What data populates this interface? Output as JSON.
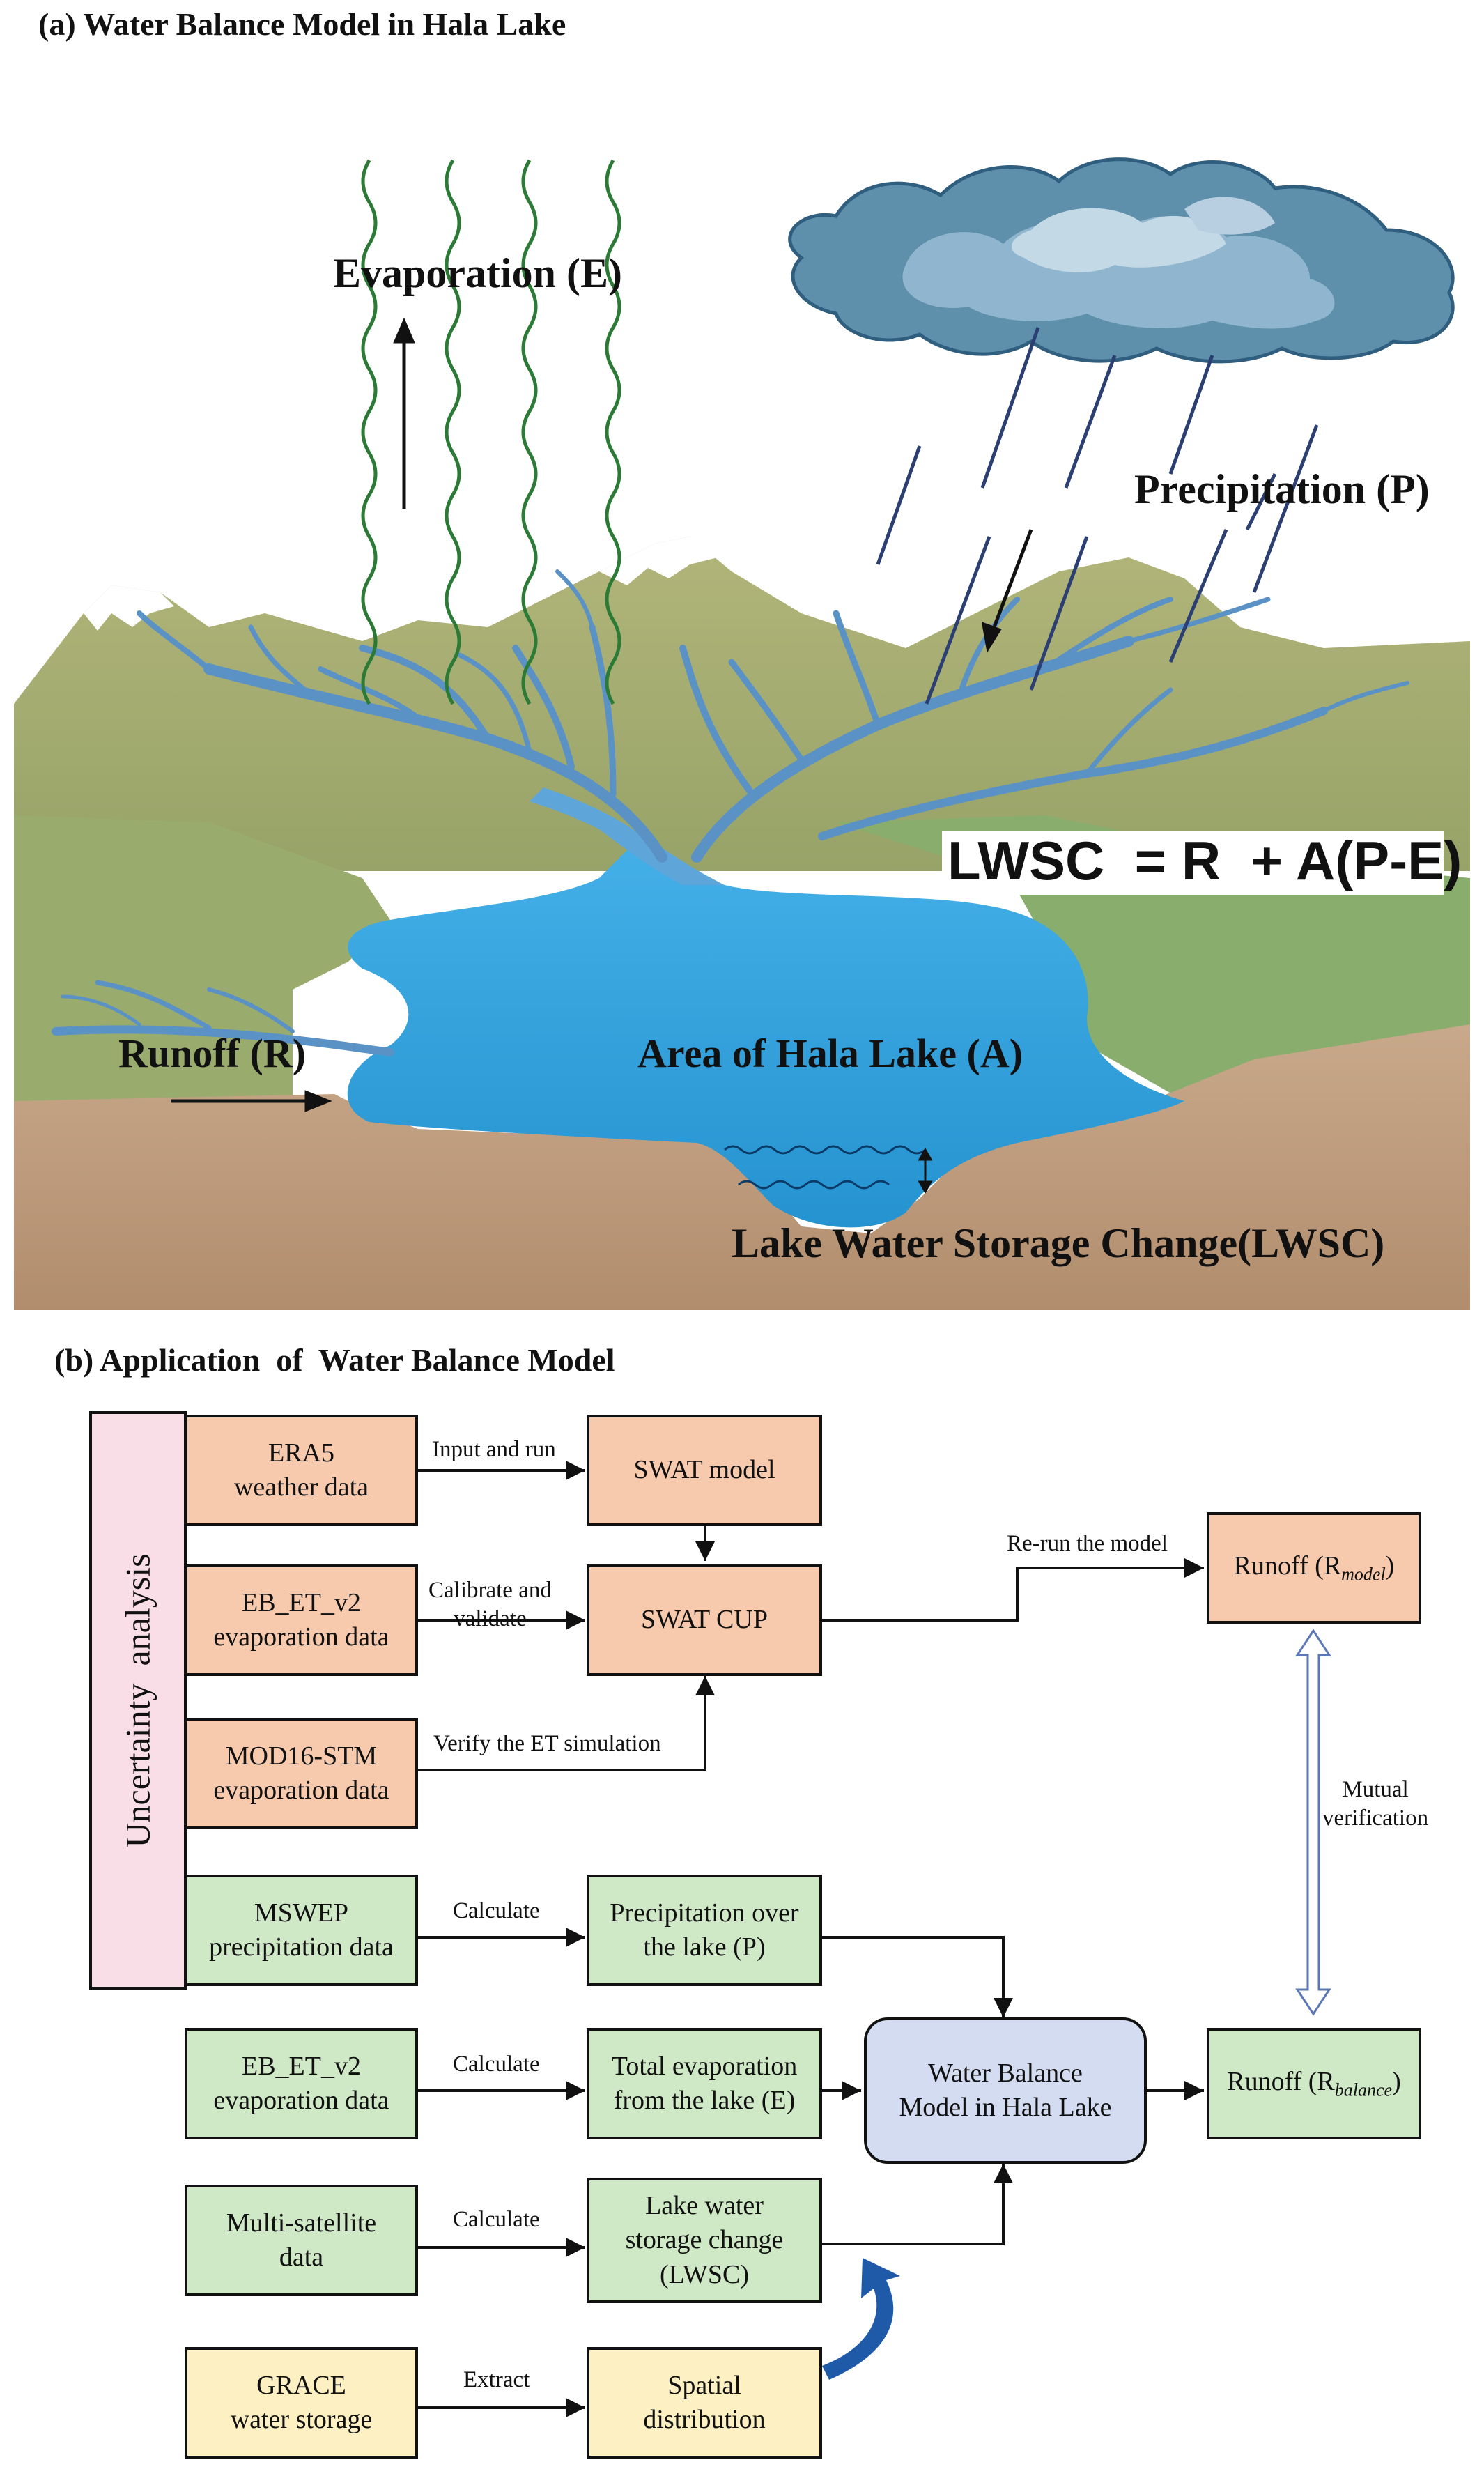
{
  "panel_a": {
    "title": "(a) Water Balance Model in Hala Lake",
    "evaporation": "Evaporation (E)",
    "precipitation": "Precipitation (P)",
    "equation": "LWSC  = R  + A(P-E)",
    "runoff": "Runoff (R)",
    "lake_area": "Area of Hala Lake (A)",
    "storage_change": "Lake Water Storage Change(LWSC)"
  },
  "panel_b": {
    "title": "(b) Application  of  Water Balance Model",
    "uncertainty": "Uncertainty  analysis",
    "boxes": {
      "era5": [
        "ERA5",
        "weather data"
      ],
      "ebet1": [
        "EB_ET_v2",
        "evaporation data"
      ],
      "mod16": [
        "MOD16-STM",
        "evaporation data"
      ],
      "mswep": [
        "MSWEP",
        "precipitation data"
      ],
      "ebet2": [
        "EB_ET_v2",
        "evaporation data"
      ],
      "multisat": [
        "Multi-satellite",
        "data"
      ],
      "grace": [
        "GRACE",
        "water storage"
      ],
      "swat": [
        "SWAT model"
      ],
      "swatcup": [
        "SWAT CUP"
      ],
      "precip_lake": [
        "Precipitation over",
        "the lake (P)"
      ],
      "evap_lake": [
        "Total evaporation",
        "from the lake (E)"
      ],
      "lwsc": [
        "Lake water",
        "storage change",
        "(LWSC)"
      ],
      "spatial": [
        "Spatial",
        "distribution"
      ],
      "wbm": [
        "Water Balance",
        "Model in Hala Lake"
      ],
      "runoff_model": {
        "main": "Runoff (R",
        "sub": "model",
        "end": ")"
      },
      "runoff_balance": {
        "main": "Runoff (R",
        "sub": "balance",
        "end": ")"
      }
    },
    "edges": {
      "input_run": "Input and run",
      "calibrate": [
        "Calibrate and",
        "validate"
      ],
      "verify_et": "Verify the ET simulation",
      "rerun": "Re-run the model",
      "calc1": "Calculate",
      "calc2": "Calculate",
      "calc3": "Calculate",
      "extract": "Extract",
      "mutual": [
        "Mutual",
        "verification"
      ]
    }
  },
  "colors": {
    "sky_blue_lake": "#3aa3dd",
    "river": "#5b92c6",
    "hills": "#a8ad72",
    "soil": "#c1a183",
    "box_orange": "#f7c9ad",
    "box_green": "#cfe8c6",
    "box_yellow": "#fdf0c3",
    "box_blue": "#d3dcf1",
    "uncertainty_pink": "#f9dde7"
  }
}
